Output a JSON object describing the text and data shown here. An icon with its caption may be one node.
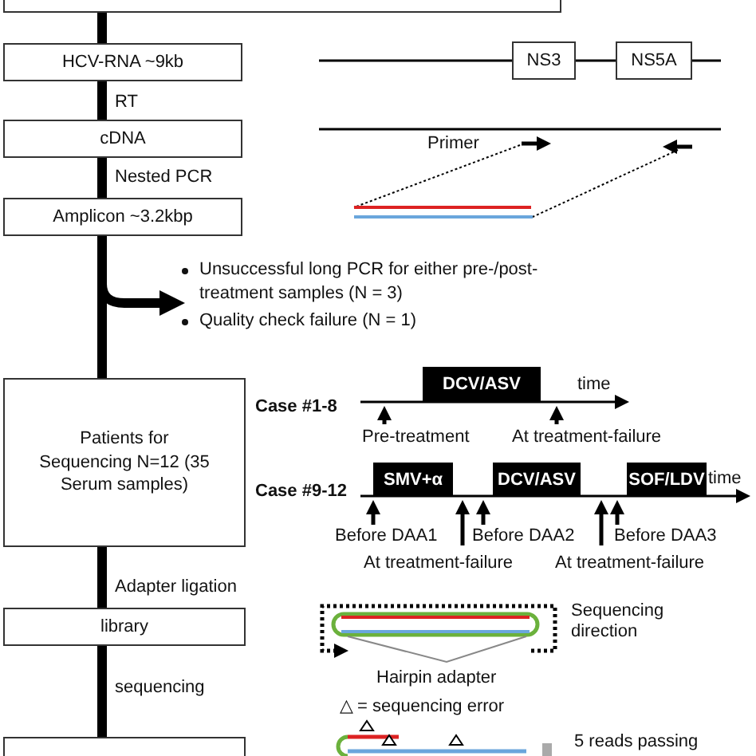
{
  "diagram": {
    "nodes": [
      {
        "text": [],
        "shape": "box"
      },
      {
        "text": [
          "HCV-RNA ~9kb"
        ]
      },
      {
        "text": [
          "cDNA"
        ]
      },
      {
        "text": [
          "Amplicon ~3.2kbp"
        ]
      },
      {
        "text": [
          "Unsuccessful long PCR for either pre-/post-treatment samples  (N = 3)",
          "Quality check failure (N = 1)"
        ]
      },
      {
        "text": [
          "Patients for Sequencing N=12 (35 Serum samples)"
        ]
      },
      {
        "text": [
          "library"
        ]
      },
      {
        "text": [],
        "shape": "box"
      },
      {
        "text": [
          "NS3"
        ]
      },
      {
        "text": [
          "NS5A"
        ]
      },
      {
        "text": [
          "DCV/ASV"
        ]
      },
      {
        "text": [
          "SMV+α"
        ]
      },
      {
        "text": [
          "DCV/ASV"
        ]
      },
      {
        "text": [
          "SOF/LDV"
        ]
      }
    ],
    "edges": [
      {
        "from": 0,
        "to": 1,
        "arrow": "none"
      },
      {
        "from": 1,
        "to": 2,
        "arrow": "none",
        "label": "RT"
      },
      {
        "from": 2,
        "to": 3,
        "arrow": "none",
        "label": "Nested PCR"
      },
      {
        "from": 3,
        "to": 4,
        "arrow": "to"
      },
      {
        "from": 3,
        "to": 5,
        "arrow": "none"
      },
      {
        "from": 5,
        "to": 6,
        "arrow": "none",
        "label": "Adapter ligation"
      },
      {
        "from": 6,
        "to": 7,
        "arrow": "none",
        "label": "sequencing"
      }
    ],
    "labels": [
      "Primer",
      "time",
      "Case #1-8",
      "Pre-treatment",
      "At treatment-failure",
      "time",
      "Case #9-12",
      "Before DAA1",
      "Before DAA2",
      "Before DAA3",
      "At treatment-failure",
      "At treatment-failure",
      "Sequencing direction",
      "Hairpin adapter",
      "△ = sequencing error",
      "5 reads passing"
    ]
  }
}
